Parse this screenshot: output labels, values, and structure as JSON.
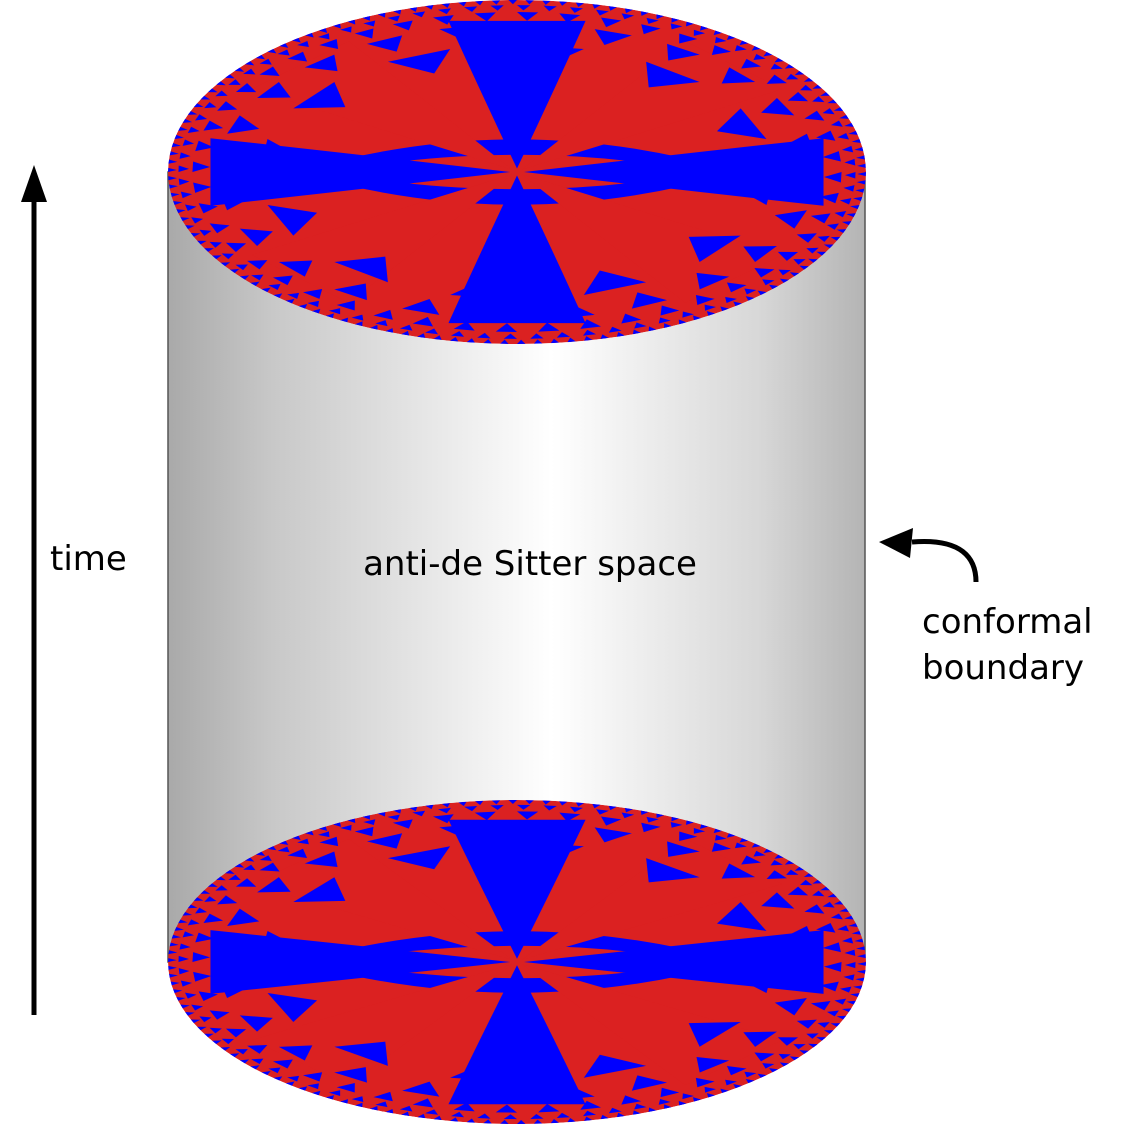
{
  "labels": {
    "time": "time",
    "space": "anti-de Sitter space",
    "boundary_line1": "conformal",
    "boundary_line2": "boundary"
  },
  "colors": {
    "tile_red": "#db2121",
    "tile_blue": "#0000ff",
    "cylinder_edge": "#a9a9a9",
    "cylinder_center": "#ffffff",
    "ink": "#000000"
  }
}
